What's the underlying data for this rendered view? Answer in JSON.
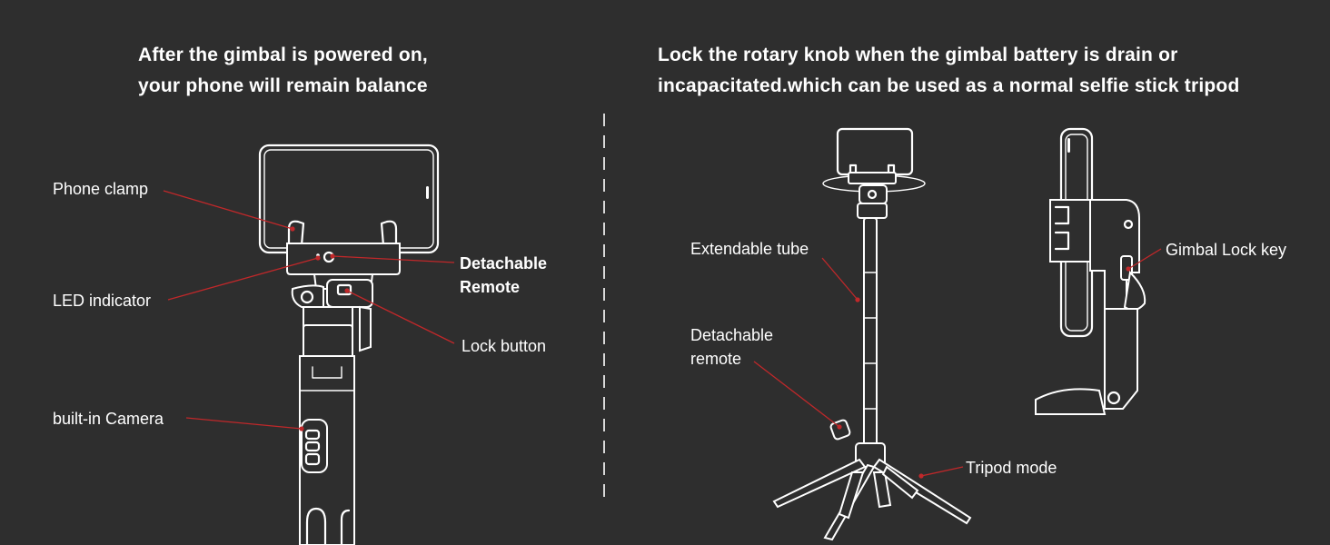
{
  "left_panel": {
    "heading": [
      "After the gimbal is powered on,",
      "your phone will remain balance"
    ],
    "labels": {
      "phone_clamp": "Phone clamp",
      "led_indicator": "LED indicator",
      "detachable_remote": [
        "Detachable",
        "Remote"
      ],
      "lock_button": "Lock button",
      "built_in_camera": "built-in Camera"
    }
  },
  "right_panel": {
    "heading": [
      "Lock the rotary knob when the gimbal battery is drain or",
      "incapacitated.which can be used as a normal selfie stick tripod"
    ],
    "labels": {
      "extendable_tube": "Extendable tube",
      "detachable_remote": [
        "Detachable",
        "remote"
      ],
      "tripod_mode": "Tripod mode",
      "gimbal_lock_key": "Gimbal Lock key"
    }
  },
  "colors": {
    "background": "#2e2e2e",
    "text": "#ffffff",
    "pointer": "#c0282a"
  }
}
